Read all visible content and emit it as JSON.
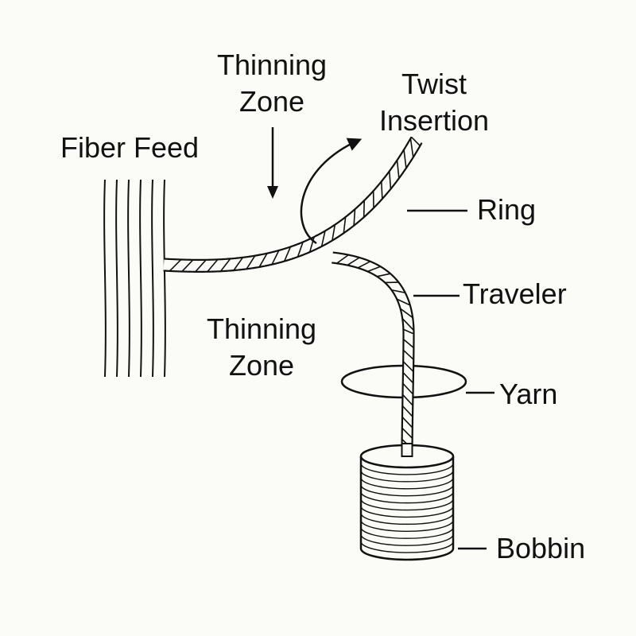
{
  "diagram": {
    "title": "",
    "labels": {
      "fiber_feed": "Fiber Feed",
      "thinning_zone_top": [
        "Thinning",
        "Zone"
      ],
      "twist_insertion": [
        "Twist",
        "Insertion"
      ],
      "ring": "Ring",
      "traveler": "Traveler",
      "thinning_zone_bottom": [
        "Thinning",
        "Zone"
      ],
      "yarn": "Yarn",
      "bobbin": "Bobbin"
    },
    "components": [
      {
        "id": "fiber-feed",
        "kind": "parallel-fiber-strands",
        "count": 6
      },
      {
        "id": "yarn-strand",
        "kind": "twisted-rope"
      },
      {
        "id": "twist-insertion",
        "kind": "curved-rotation-arrow"
      },
      {
        "id": "thinning-arrow",
        "kind": "downward-arrow"
      },
      {
        "id": "ring",
        "kind": "ellipse"
      },
      {
        "id": "bobbin",
        "kind": "wound-spool",
        "windings": 12
      }
    ],
    "stroke_color": "#111111",
    "background": "#fbfbf8"
  }
}
